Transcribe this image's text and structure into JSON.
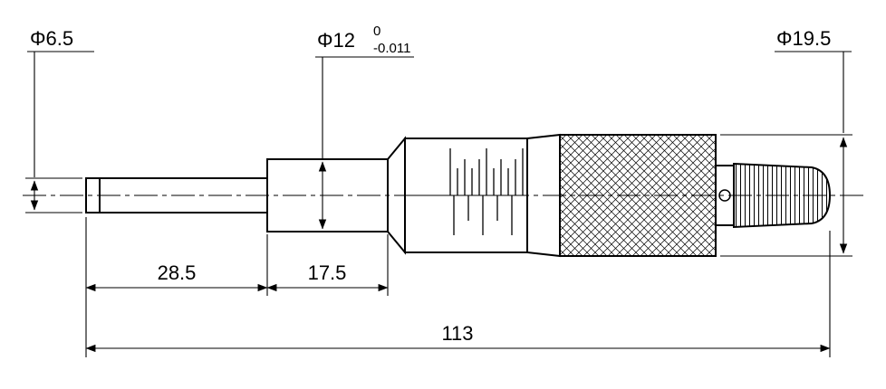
{
  "drawing": {
    "subject": "micrometer-head-dimensioned-drawing",
    "background": "#ffffff",
    "line_color": "#000000",
    "diameter_labels": {
      "spindle": "Φ6.5",
      "stem": "Φ12",
      "stem_tol_upper": "0",
      "stem_tol_lower": "-0.011",
      "thimble": "Φ19.5"
    },
    "length_dimensions": {
      "spindle_length": "28.5",
      "stem_length": "17.5",
      "overall_length": "113"
    }
  }
}
